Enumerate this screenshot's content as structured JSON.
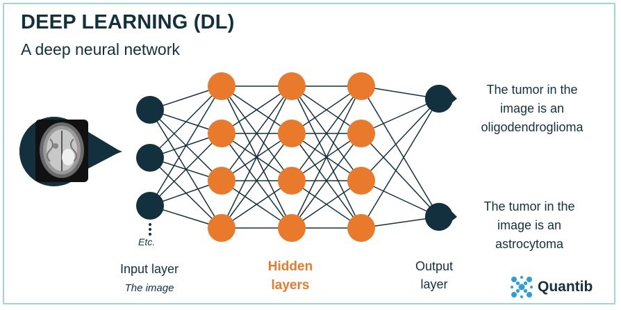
{
  "title": "DEEP LEARNING (DL)",
  "subtitle": "A deep neural network",
  "input_label": "Input layer",
  "input_sublabel": "The image",
  "etc_label": "Etc.",
  "hidden_label_line1": "Hidden",
  "hidden_label_line2": "layers",
  "output_label_line1": "Output",
  "output_label_line2": "layer",
  "outputs": [
    {
      "lines": [
        "The tumor in the",
        "image is an",
        "oligodendroglioma"
      ]
    },
    {
      "lines": [
        "The tumor in the",
        "image is an",
        "astrocytoma"
      ]
    }
  ],
  "brand": "Quantib",
  "colors": {
    "dark_node": "#12303d",
    "hidden_node": "#ea7a2b",
    "frame": "#9fd4da",
    "logo_accent": "#2aa0d8"
  },
  "icons": {
    "input_image": "brain-mri-scan-icon",
    "logo": "quantib-logo-icon"
  }
}
